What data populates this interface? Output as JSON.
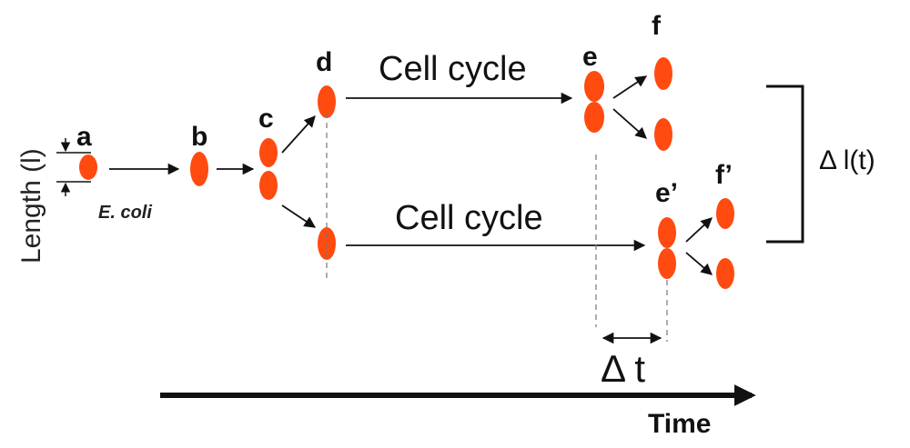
{
  "axis": {
    "y_label": "Length (l)",
    "x_label": "Time"
  },
  "organism_label": "E. coli",
  "stages": {
    "a": "a",
    "b": "b",
    "c": "c",
    "d": "d",
    "e": "e",
    "f": "f",
    "e_prime": "e’",
    "f_prime": "f’"
  },
  "process": {
    "top": "Cell cycle",
    "bottom": "Cell cycle"
  },
  "annotations": {
    "delta_length": "Δ l(t)",
    "delta_time": "Δ t"
  },
  "colors": {
    "cell": "#ff4a10",
    "line": "#111111"
  }
}
